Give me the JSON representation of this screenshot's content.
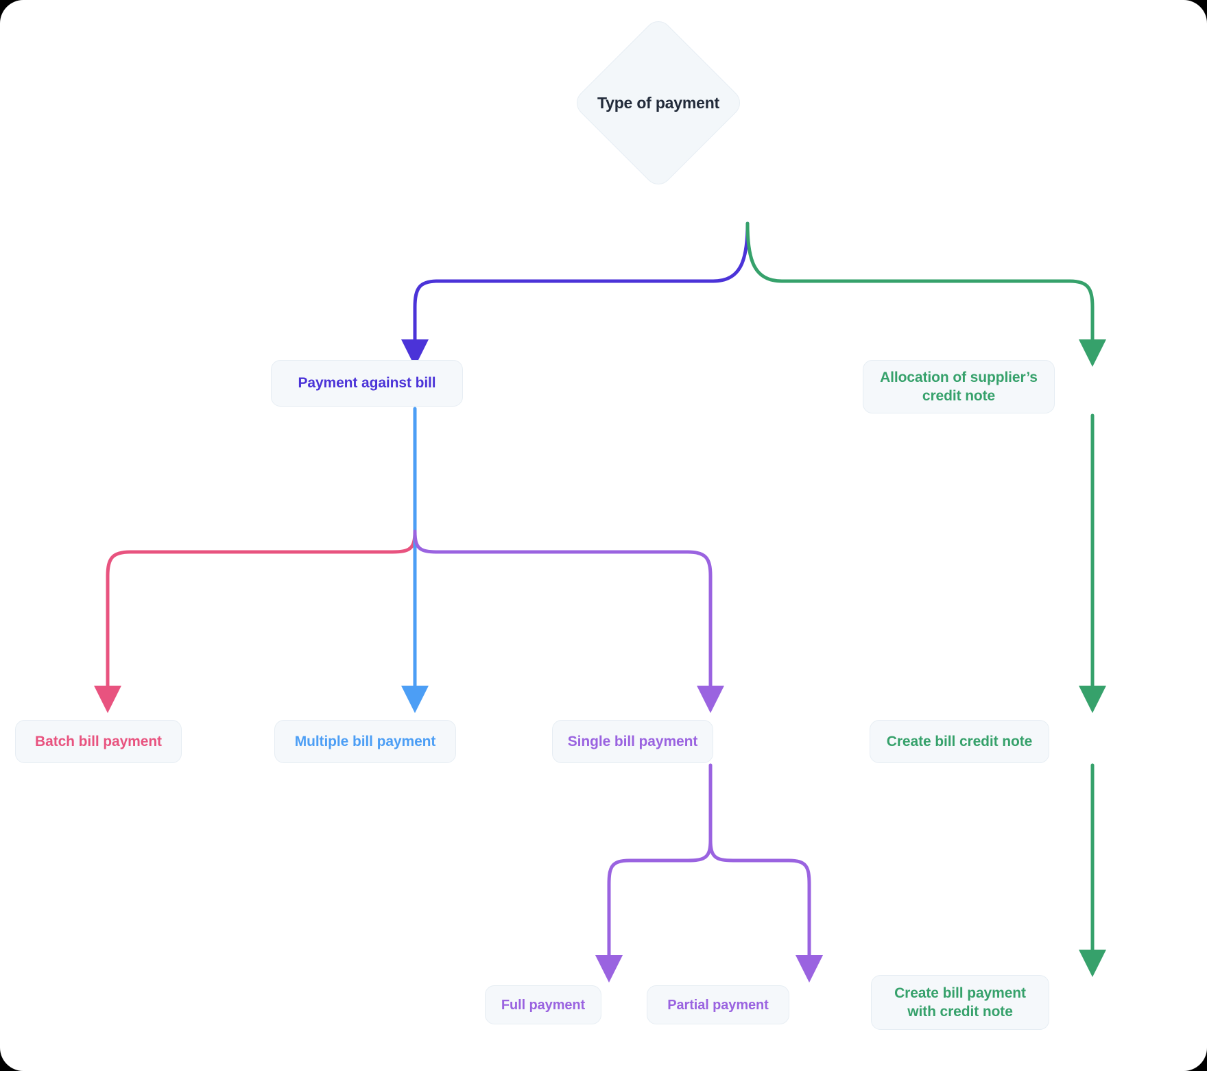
{
  "diagram": {
    "type": "flowchart",
    "title": "Type of payment decision flow",
    "background": "#ffffff",
    "node_fill": "#f5f8fb",
    "node_border": "#e6edf3",
    "colors": {
      "decision_text": "#222b3a",
      "indigo": "#4b33d8",
      "green": "#36a16b",
      "pink": "#e8537f",
      "blue": "#4c9ef5",
      "purple": "#9a63e0"
    },
    "nodes": {
      "decision": {
        "label": "Type of payment",
        "shape": "diamond"
      },
      "payment_against_bill": {
        "label": "Payment against bill",
        "color": "#4b33d8"
      },
      "allocation_credit_note": {
        "label": "Allocation of supplier’s credit note",
        "color": "#36a16b"
      },
      "batch_bill_payment": {
        "label": "Batch bill payment",
        "color": "#e8537f"
      },
      "multiple_bill_payment": {
        "label": "Multiple bill payment",
        "color": "#4c9ef5"
      },
      "single_bill_payment": {
        "label": "Single bill payment",
        "color": "#9a63e0"
      },
      "create_bill_credit_note": {
        "label": "Create bill credit note",
        "color": "#36a16b"
      },
      "full_payment": {
        "label": "Full payment",
        "color": "#9a63e0"
      },
      "partial_payment": {
        "label": "Partial payment",
        "color": "#9a63e0"
      },
      "create_bill_payment_with_credit_note": {
        "label": "Create bill payment with credit note",
        "color": "#36a16b"
      }
    },
    "edges": [
      {
        "from": "decision",
        "to": "payment_against_bill",
        "color": "#4b33d8"
      },
      {
        "from": "decision",
        "to": "allocation_credit_note",
        "color": "#36a16b"
      },
      {
        "from": "payment_against_bill",
        "to": "batch_bill_payment",
        "color": "#e8537f"
      },
      {
        "from": "payment_against_bill",
        "to": "multiple_bill_payment",
        "color": "#4c9ef5"
      },
      {
        "from": "payment_against_bill",
        "to": "single_bill_payment",
        "color": "#9a63e0"
      },
      {
        "from": "allocation_credit_note",
        "to": "create_bill_credit_note",
        "color": "#36a16b"
      },
      {
        "from": "single_bill_payment",
        "to": "full_payment",
        "color": "#9a63e0"
      },
      {
        "from": "single_bill_payment",
        "to": "partial_payment",
        "color": "#9a63e0"
      },
      {
        "from": "create_bill_credit_note",
        "to": "create_bill_payment_with_credit_note",
        "color": "#36a16b"
      }
    ]
  }
}
